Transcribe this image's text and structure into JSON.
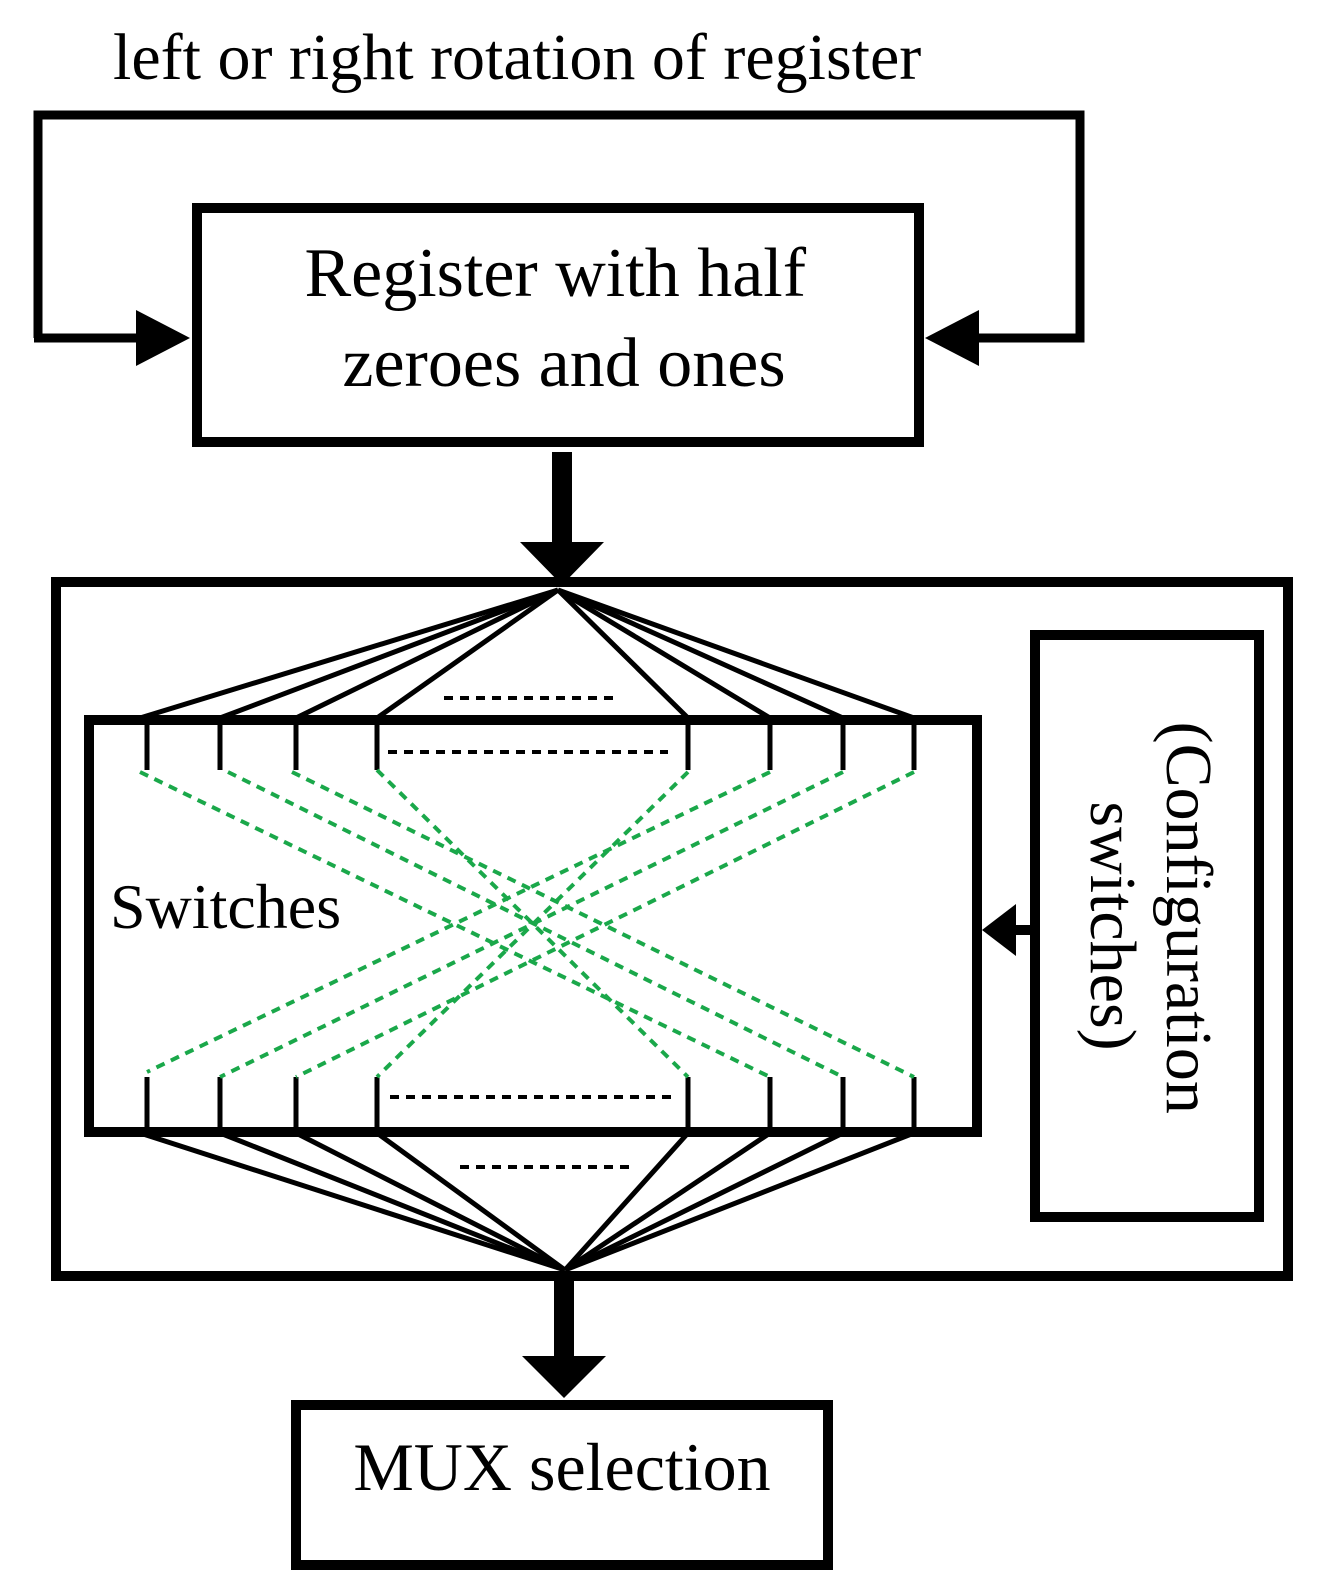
{
  "diagram": {
    "rotation_label": "left or right rotation of register",
    "register_label": [
      "Register with half",
      "zeroes and ones"
    ],
    "switches_label": "Switches",
    "config_label": [
      "(Configuration",
      "switches)"
    ],
    "mux_label": "MUX selection",
    "colors": {
      "line": "#000000",
      "switch_connections": "#1aa84a",
      "background": "#ffffff"
    }
  }
}
